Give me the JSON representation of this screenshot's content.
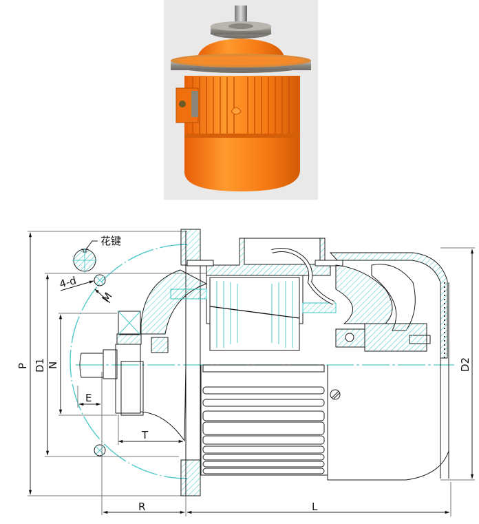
{
  "photo": {
    "subject": "orange-cone-rotor-motor",
    "background_color": "#e9e9ea",
    "body_color": "#f47a18",
    "flange_color": "#9a9690"
  },
  "drawing": {
    "line_color": "#1a1a1a",
    "hatch_color": "#35c3c3",
    "centerline_color": "#4fc9c9",
    "labels": {
      "spline": "花键",
      "holes": "4-d",
      "M": "M",
      "P": "P",
      "D1": "D1",
      "N": "N",
      "E": "E",
      "T": "T",
      "R": "R",
      "L": "L",
      "D2": "D2"
    }
  }
}
